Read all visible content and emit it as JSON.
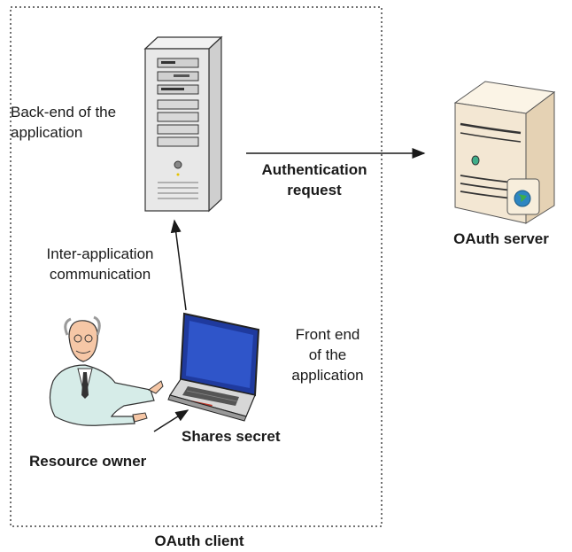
{
  "labels": {
    "backend": "Back-end of the application",
    "backend_line1": "Back-end of the",
    "backend_line2": "application",
    "auth_line1": "Authentication",
    "auth_line2": "request",
    "oauth_server": "OAuth server",
    "inter_line1": "Inter-application",
    "inter_line2": "communication",
    "front_line1": "Front end",
    "front_line2": "of the",
    "front_line3": "application",
    "shares_secret": "Shares secret",
    "resource_owner": "Resource owner",
    "oauth_client": "OAuth client"
  },
  "icons": [
    "server-tower-icon",
    "oauth-server-icon",
    "laptop-icon",
    "person-icon"
  ],
  "colors": {
    "outline": "#333333",
    "server_body": "#e8e8e8",
    "server_tan": "#f3e7d3",
    "laptop_screen": "#1f3a9e",
    "person_coat": "#d6ece8",
    "globe": "#2e86c1"
  }
}
